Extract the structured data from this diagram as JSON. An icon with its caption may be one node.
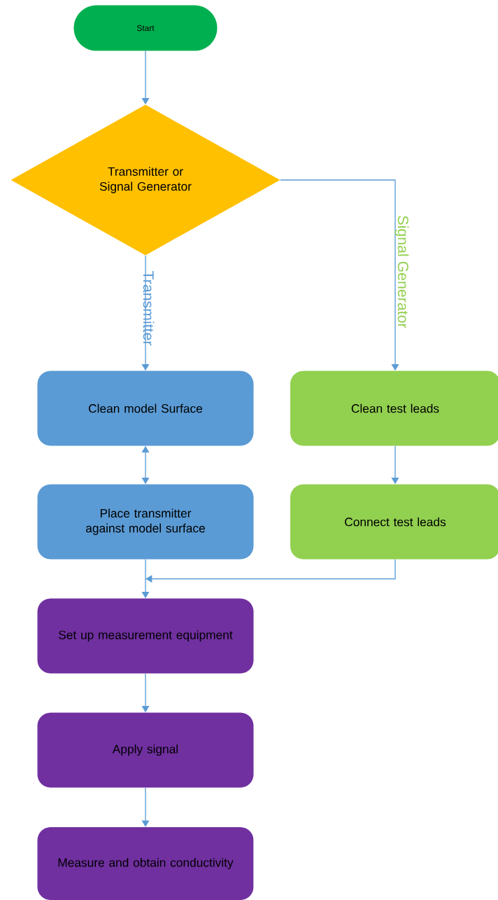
{
  "diagram": {
    "nodes": [
      {
        "text": [
          "Start"
        ]
      },
      {
        "text": [
          "Transmitter or Signal Generator"
        ]
      },
      {
        "text": [
          "Clean model Surface"
        ]
      },
      {
        "text": [
          "Clean test leads"
        ]
      },
      {
        "text": [
          "Place transmitter against model surface"
        ]
      },
      {
        "text": [
          "Connect test leads"
        ]
      },
      {
        "text": [
          "Set up measurement equipment"
        ]
      },
      {
        "text": [
          "Apply signal"
        ]
      },
      {
        "text": [
          "Measure and obtain conductivity"
        ]
      }
    ],
    "edges": [
      {
        "from": 0,
        "to": 1,
        "arrow": "to"
      },
      {
        "from": 1,
        "to": 2,
        "arrow": "to",
        "label": "Transmitter"
      },
      {
        "from": 1,
        "to": 3,
        "arrow": "to",
        "label": "Signal Generator"
      },
      {
        "from": 2,
        "to": 4,
        "arrow": "both"
      },
      {
        "from": 3,
        "to": 5,
        "arrow": "to"
      },
      {
        "from": 4,
        "to": 6,
        "arrow": "to"
      },
      {
        "from": 5,
        "to": 6,
        "arrow": "to"
      },
      {
        "from": 6,
        "to": 7,
        "arrow": "to"
      },
      {
        "from": 7,
        "to": 8,
        "arrow": "to"
      }
    ]
  }
}
